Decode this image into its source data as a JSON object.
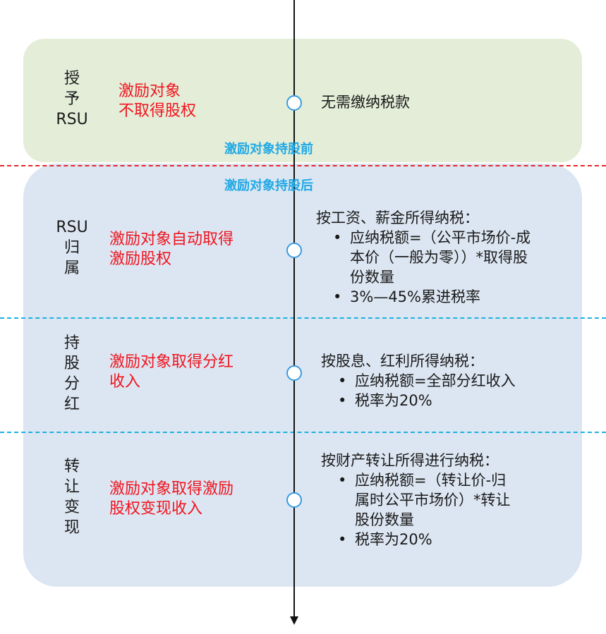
{
  "boundary_labels": {
    "before": "激励对象持股前",
    "after": "激励对象持股后"
  },
  "stages": [
    {
      "label_lines": [
        "授",
        "予",
        "RSU"
      ],
      "event": [
        "激励对象",
        "不取得股权"
      ],
      "tax_title": "无需缴纳税款",
      "bullets": []
    },
    {
      "label_lines": [
        "RSU",
        "归",
        "属"
      ],
      "event": [
        "激励对象自动取得",
        "激励股权"
      ],
      "tax_title": "按工资、薪金所得纳税：",
      "bullets": [
        [
          "应纳税额=（公平市场价-成",
          "本价（一般为零））*取得股",
          "份数量"
        ],
        [
          "3%—45%累进税率"
        ]
      ]
    },
    {
      "label_lines": [
        "持",
        "股",
        "分",
        "红"
      ],
      "event": [
        "激励对象取得分红",
        "收入"
      ],
      "tax_title": "按股息、红利所得纳税：",
      "bullets": [
        [
          "应纳税额=全部分红收入"
        ],
        [
          "税率为20%"
        ]
      ]
    },
    {
      "label_lines": [
        "转",
        "让",
        "变",
        "现"
      ],
      "event": [
        "激励对象取得激励",
        "股权变现收入"
      ],
      "tax_title": "按财产转让所得进行纳税：",
      "bullets": [
        [
          "应纳税额=（转让价-归",
          "属时公平市场价）*转让",
          "股份数量"
        ],
        [
          "税率为20%"
        ]
      ]
    }
  ]
}
